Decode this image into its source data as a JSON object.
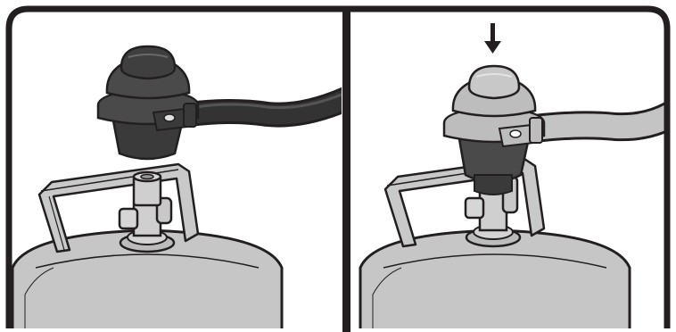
{
  "figure": {
    "panels": [
      {
        "id": "before",
        "step": "regulator-above-valve"
      },
      {
        "id": "after",
        "step": "regulator-pressed-onto-valve"
      }
    ],
    "arrow": {
      "direction": "down"
    },
    "colors": {
      "outline": "#231f20",
      "tank_fill": "#c6c6c6",
      "tank_shade": "#b7b7b7",
      "handle_fill": "#c9c9c9",
      "valve_fill": "#cfcfcf",
      "regulator_dark": "#4a4a4a",
      "regulator_darker": "#3a3a3a",
      "regulator_light": "#bdbdbd",
      "hose_dark": "#333333",
      "hose_light": "#c4c4c4",
      "background": "#ffffff"
    }
  }
}
